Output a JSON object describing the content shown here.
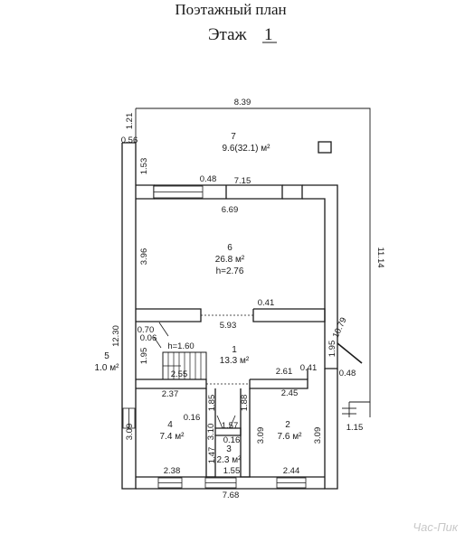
{
  "title": "Поэтажный план",
  "floor": {
    "label": "Этаж",
    "number": "1"
  },
  "rooms": [
    {
      "id": "7",
      "number": "7",
      "area": "9.6(32.1) м²"
    },
    {
      "id": "6",
      "number": "6",
      "area": "26.8 м²",
      "height": "h=2.76"
    },
    {
      "id": "1",
      "number": "1",
      "area": "13.3 м²"
    },
    {
      "id": "5",
      "number": "5",
      "area": "1.0 м²"
    },
    {
      "id": "4",
      "number": "4",
      "area": "7.4 м²"
    },
    {
      "id": "3",
      "number": "3",
      "area": "2.3 м²"
    },
    {
      "id": "2",
      "number": "2",
      "area": "7.6 м²"
    }
  ],
  "dimensions": {
    "top_width": "8.39",
    "left_1_21": "1.21",
    "left_0_56": "0.56",
    "left_1_53": "1.53",
    "win_0_48": "0.48",
    "top_7_15": "7.15",
    "room6_6_69": "6.69",
    "room6_3_96": "3.96",
    "right_11_14": "11.14",
    "room6_0_41": "0.41",
    "left_12_30": "12.30",
    "stair_0_70": "0.70",
    "stair_0_06": "0.06",
    "stair_h": "h=1.60",
    "hall_5_93": "5.93",
    "stair_1_95": "1.95",
    "stair_2_55": "2.55",
    "right_1_95": "1.95",
    "diag_10_79": "10.79",
    "d_2_61": "2.61",
    "d_0_41": "0.41",
    "d_0_48": "0.48",
    "d_2_37": "2.37",
    "d_1_85": "1.85",
    "d_1_88": "1.88",
    "d_2_45": "2.45",
    "d_0_16_a": "0.16",
    "d_1_57": "1.57",
    "d_3_09_l": "3.09",
    "d_3_10": "3.10",
    "d_3_09_m": "3.09",
    "d_3_09_r": "3.09",
    "d_0_16_b": "0.16",
    "d_1_47": "1.47",
    "d_1_15": "1.15",
    "d_2_38": "2.38",
    "d_1_55": "1.55",
    "d_2_44": "2.44",
    "bottom_7_68": "7.68"
  },
  "watermark": "Час-Пик"
}
